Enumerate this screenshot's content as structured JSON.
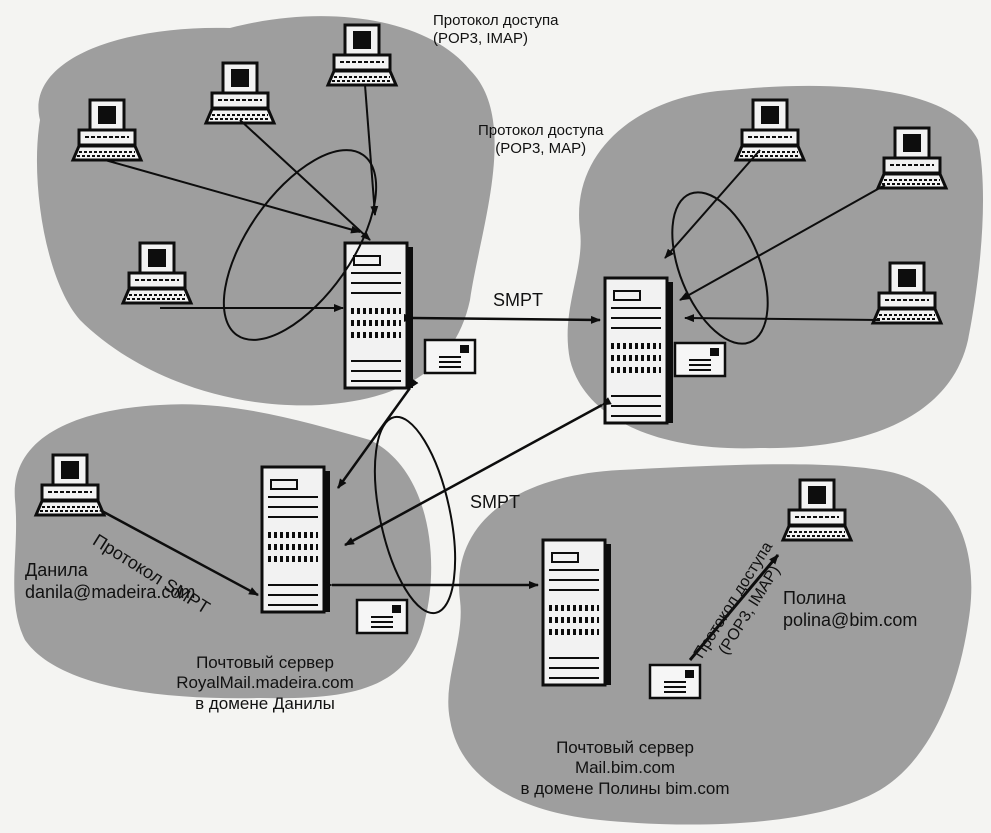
{
  "labels": {
    "access_top": [
      "Протокол доступа",
      "(POP3, IMAP)"
    ],
    "access_right": [
      "Протокол доступа",
      "(POP3, MAP)"
    ],
    "smpt_upper": "SMPT",
    "smpt_middle": "SMPT",
    "smtp_protocol": "Протокол SMPT",
    "access_diag": [
      "Протокол доступа",
      "(POP3, IMAP)"
    ],
    "danila": [
      "Данила",
      "danila@madeira.com"
    ],
    "polina": [
      "Полина",
      "polina@bim.com"
    ],
    "server_royal": [
      "Почтовый сервер",
      "RoyalMail.madeira.com",
      "в домене Данилы"
    ],
    "server_bim": [
      "Почтовый сервер",
      "Mail.bim.com",
      "в домене Полины bim.com"
    ]
  },
  "colors": {
    "cloud": "#9e9e9e",
    "ink": "#0d0d0d",
    "background": "#f4f4f2"
  }
}
